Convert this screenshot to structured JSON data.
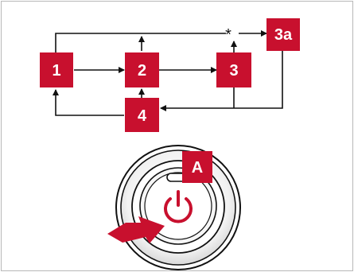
{
  "diagram": {
    "accent_color": "#c8102e",
    "line_color": "#111111",
    "boxes": {
      "b1": "1",
      "b2": "2",
      "b3": "3",
      "b3a": "3a",
      "b4": "4"
    },
    "asterisk": "*"
  },
  "illustration": {
    "label": "A",
    "icon": "power-icon",
    "arrow": "press-arrow"
  }
}
